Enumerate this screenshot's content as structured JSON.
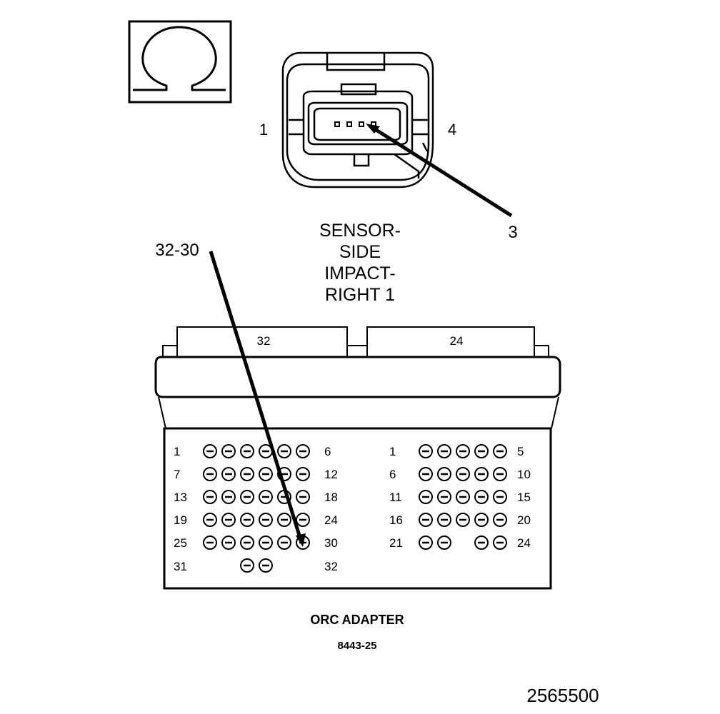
{
  "symbol": {
    "icon": "ohm-symbol"
  },
  "sensor_connector": {
    "pin_left": "1",
    "pin_right": "4",
    "callout": "3",
    "label_lines": [
      "SENSOR-",
      "SIDE",
      "IMPACT-",
      "RIGHT 1"
    ]
  },
  "adapter": {
    "callout": "32-30",
    "left_header": "32",
    "right_header": "24",
    "left_rows": [
      {
        "start": "1",
        "end": "6",
        "pins": [
          1,
          1,
          1,
          1,
          1,
          1
        ]
      },
      {
        "start": "7",
        "end": "12",
        "pins": [
          1,
          1,
          1,
          1,
          1,
          1
        ]
      },
      {
        "start": "13",
        "end": "18",
        "pins": [
          1,
          1,
          1,
          1,
          1,
          1
        ]
      },
      {
        "start": "19",
        "end": "24",
        "pins": [
          1,
          1,
          1,
          1,
          1,
          1
        ]
      },
      {
        "start": "25",
        "end": "30",
        "pins": [
          1,
          1,
          1,
          1,
          1,
          1
        ]
      },
      {
        "start": "31",
        "end": "32",
        "pins": [
          0,
          0,
          1,
          1,
          0,
          0
        ]
      }
    ],
    "right_rows": [
      {
        "start": "1",
        "end": "5",
        "pins": [
          1,
          1,
          1,
          1,
          1
        ]
      },
      {
        "start": "6",
        "end": "10",
        "pins": [
          1,
          1,
          1,
          1,
          1
        ]
      },
      {
        "start": "11",
        "end": "15",
        "pins": [
          1,
          1,
          1,
          1,
          1
        ]
      },
      {
        "start": "16",
        "end": "20",
        "pins": [
          1,
          1,
          1,
          1,
          1
        ]
      },
      {
        "start": "21",
        "end": "24",
        "pins": [
          1,
          1,
          0,
          1,
          1
        ]
      }
    ],
    "title": "ORC ADAPTER",
    "part_number": "8443-25"
  },
  "figure_id": "2565500"
}
